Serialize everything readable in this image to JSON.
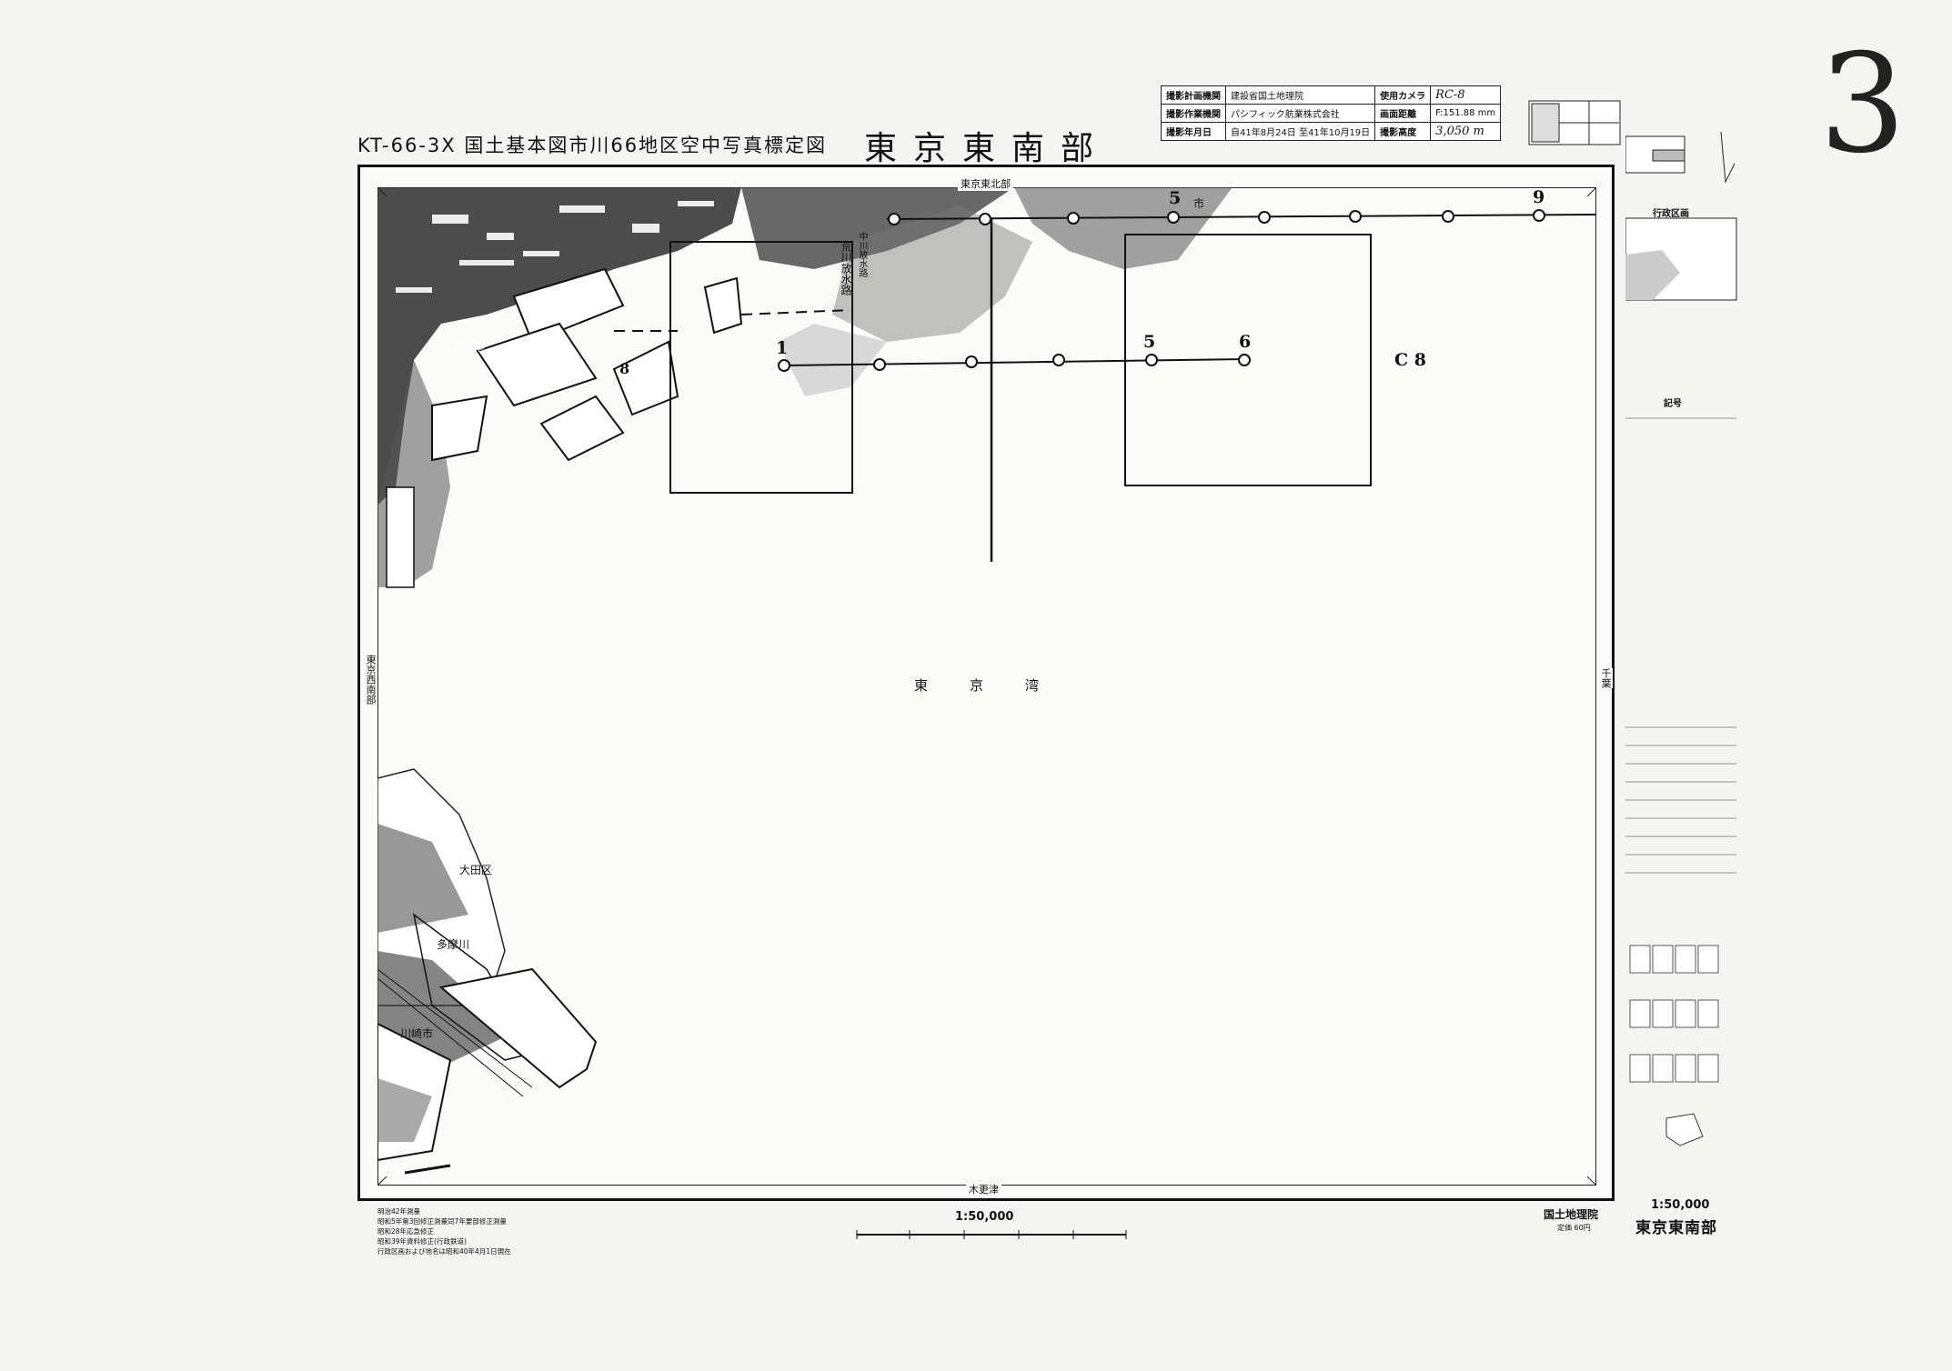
{
  "header": {
    "sheet_title": "KT-66-3X 国土基本図市川66地区空中写真標定図",
    "map_name": "東京東南部",
    "page_number": "3"
  },
  "info_table": {
    "plan_org_label": "撮影計画機関",
    "plan_org": "建設省国土地理院",
    "camera_label": "使用カメラ",
    "camera": "RC-8",
    "op_org_label": "撮影作業機関",
    "op_org": "パシフィック航業株式会社",
    "focal_label": "画面距離",
    "focal": "F:151.88 mm",
    "date_label": "撮影年月日",
    "date": "自41年8月24日 至41年10月19日",
    "altitude_label": "撮影高度",
    "altitude": "3,050 m"
  },
  "map": {
    "adjacent_top": "東京東北部",
    "adjacent_bottom": "木更津",
    "adjacent_left": "東京西南部",
    "adjacent_right": "千葉",
    "bay_label": "東京湾",
    "course_label": "C 8",
    "places": {
      "ward_ota": "大田区",
      "city_kawasaki": "川崎市",
      "river_tama": "多摩川",
      "port_tokyo": "東京港",
      "ichikawa": "市",
      "arakawa": "荒川放水路",
      "nakagawa": "中川放水路"
    },
    "photo_numbers": {
      "top_left": "5",
      "top_right": "9",
      "mid_1": "1",
      "mid_5": "5",
      "mid_6": "6",
      "small_8": "8"
    }
  },
  "legend": {
    "admin_title": "行政区画",
    "symbols_title": "記号",
    "scale": "1:50,000",
    "name": "東京東南部"
  },
  "bottom": {
    "history": "明治42年測量\n昭和5年第3回修正測量同7年要部修正測量\n昭和28年応急修正\n昭和39年資料修正(行政鉄道)\n行政区画および地名は昭和40年4月1日現在",
    "scale": "1:50,000",
    "publisher": "国土地理院",
    "price": "定価 60円"
  }
}
